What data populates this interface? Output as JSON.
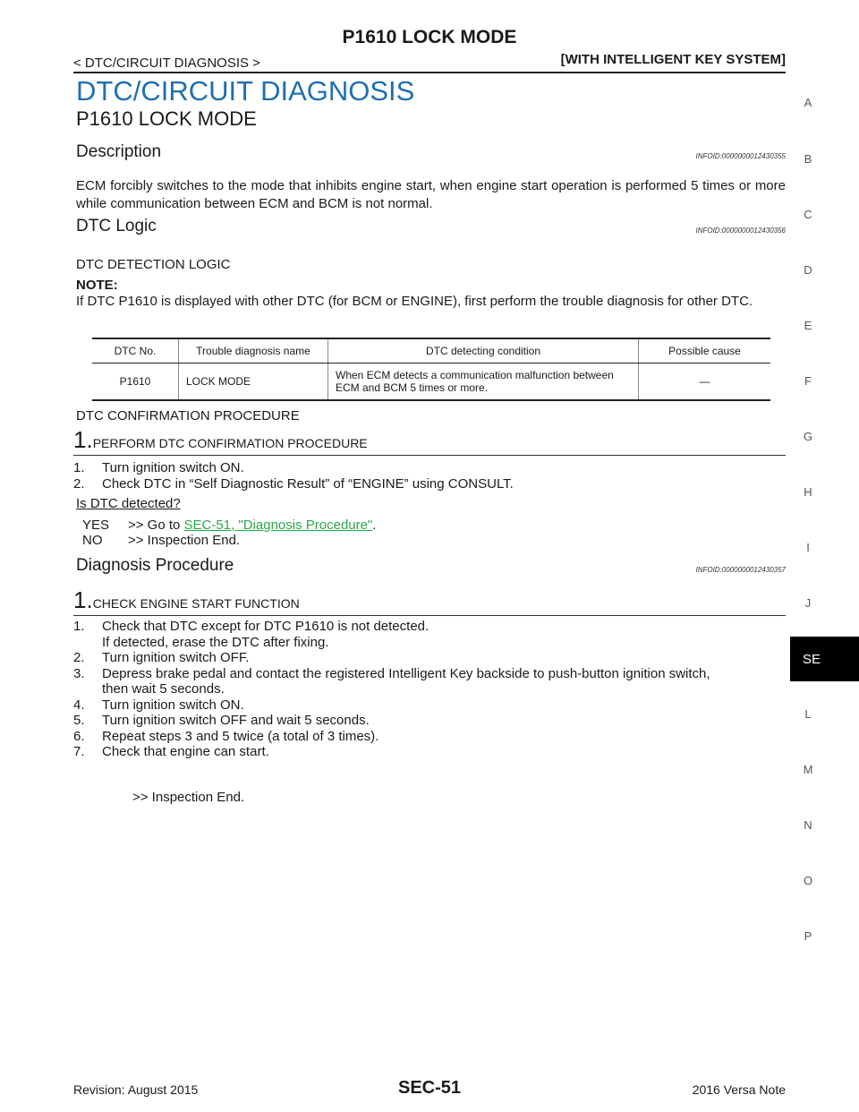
{
  "header": {
    "title": "P1610 LOCK MODE",
    "breadcrumb": "< DTC/CIRCUIT DIAGNOSIS >",
    "system": "[WITH INTELLIGENT KEY SYSTEM]"
  },
  "section_title": "DTC/CIRCUIT DIAGNOSIS",
  "sub_title": "P1610 LOCK MODE",
  "description": {
    "heading": "Description",
    "infoid": "INFOID:0000000012430355",
    "text": "ECM forcibly switches to the mode that inhibits engine start, when engine start operation is performed 5 times or more while communication between ECM and BCM is not normal."
  },
  "dtc_logic": {
    "heading": "DTC Logic",
    "infoid": "INFOID:0000000012430356",
    "detection_logic": "DTC DETECTION LOGIC",
    "note_label": "NOTE:",
    "note_text": "If DTC P1610 is displayed with other DTC (for BCM or ENGINE), first perform the trouble diagnosis for other DTC.",
    "table": {
      "headers": [
        "DTC No.",
        "Trouble diagnosis name",
        "DTC detecting condition",
        "Possible cause"
      ],
      "rows": [
        {
          "dtc_no": "P1610",
          "name": "LOCK MODE",
          "condition_line1": "When ECM detects a communication malfunction between",
          "condition_line2": "ECM and BCM 5 times or more.",
          "cause": "—"
        }
      ]
    },
    "confirmation_heading": "DTC CONFIRMATION PROCEDURE",
    "step1": {
      "num": "1.",
      "title": "PERFORM DTC CONFIRMATION PROCEDURE",
      "items": [
        {
          "n": "1.",
          "t": "Turn ignition switch ON."
        },
        {
          "n": "2.",
          "t": "Check DTC in “Self Diagnostic Result” of “ENGINE” using CONSULT."
        }
      ],
      "question": "Is DTC detected?",
      "yes_label": "YES",
      "yes_prefix": ">> Go to ",
      "yes_link": "SEC-51, \"Diagnosis Procedure\"",
      "yes_suffix": ".",
      "no_label": "NO",
      "no_text": ">> Inspection End."
    }
  },
  "diagnosis_procedure": {
    "heading": "Diagnosis Procedure",
    "infoid": "INFOID:0000000012430357",
    "step1": {
      "num": "1.",
      "title": "CHECK ENGINE START FUNCTION",
      "items": [
        {
          "n": "1.",
          "t": "Check that DTC except for DTC P1610 is not detected.",
          "sub": "If detected, erase the DTC after fixing."
        },
        {
          "n": "2.",
          "t": "Turn ignition switch OFF."
        },
        {
          "n": "3.",
          "t": "Depress brake pedal and contact the registered Intelligent Key backside to push-button ignition switch,",
          "sub": "then wait 5 seconds."
        },
        {
          "n": "4.",
          "t": "Turn ignition switch ON."
        },
        {
          "n": "5.",
          "t": "Turn ignition switch OFF and wait 5 seconds."
        },
        {
          "n": "6.",
          "t": "Repeat steps 3 and 5 twice (a total of 3 times)."
        },
        {
          "n": "7.",
          "t": "Check that engine can start."
        }
      ],
      "result": ">> Inspection End."
    }
  },
  "side_index": {
    "letters": [
      "A",
      "B",
      "C",
      "D",
      "E",
      "F",
      "G",
      "H",
      "I",
      "J",
      "L",
      "M",
      "N",
      "O",
      "P"
    ],
    "active": "SE"
  },
  "footer": {
    "revision": "Revision: August 2015",
    "page": "SEC-51",
    "model": "2016 Versa Note"
  }
}
